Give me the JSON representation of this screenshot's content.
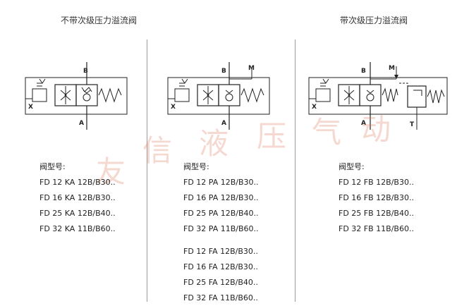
{
  "headings": {
    "left": "不带次级压力溢流阀",
    "right": "带次级压力溢流阀"
  },
  "port_labels": {
    "b": "B",
    "a": "A",
    "x": "X",
    "m": "M",
    "t": "T"
  },
  "lists": {
    "col1": {
      "label": "阀型号:",
      "items": [
        "FD 12 KA 12B/B30..",
        "FD 16 KA 12B/B30..",
        "FD 25 KA 12B/B40..",
        "FD 32 KA 11B/B60.."
      ]
    },
    "col2": {
      "label": "阀型号:",
      "items": [
        "FD 12 PA 12B/B30..",
        "FD 16 PA 12B/B30..",
        "FD 25 PA 12B/B40..",
        "FD 32 PA 11B/B60.."
      ],
      "items2": [
        "FD 12 FA 12B/B30..",
        "FD 16 FA 12B/B30..",
        "FD 25 FA 12B/B40..",
        "FD 32 FA 11B/B60.."
      ]
    },
    "col3": {
      "label": "阀型号:",
      "items": [
        "FD 12 FB 12B/B30..",
        "FD 16 FB 12B/B30..",
        "FD 25 FB 12B/B40..",
        "FD 32 FB 11B/B60.."
      ]
    }
  },
  "watermark": [
    "友",
    "信",
    "液",
    "压",
    "气",
    "动"
  ]
}
